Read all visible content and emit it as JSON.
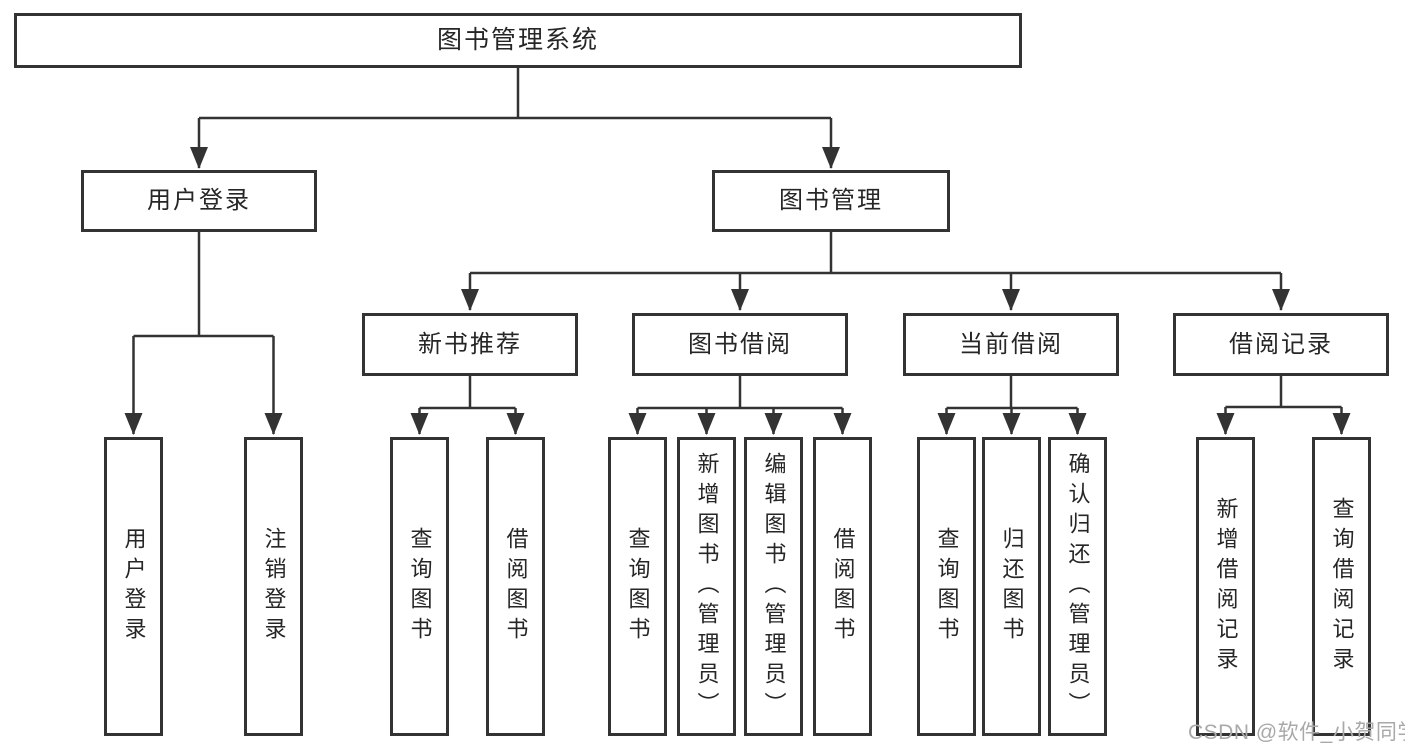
{
  "tree": {
    "label": "图书管理系统",
    "children": [
      {
        "label": "用户登录",
        "children": [
          {
            "label": "用户登录"
          },
          {
            "label": "注销登录"
          }
        ]
      },
      {
        "label": "图书管理",
        "children": [
          {
            "label": "新书推荐",
            "children": [
              {
                "label": "查询图书"
              },
              {
                "label": "借阅图书"
              }
            ]
          },
          {
            "label": "图书借阅",
            "children": [
              {
                "label": "查询图书"
              },
              {
                "label": "新增图书（管理员）"
              },
              {
                "label": "编辑图书（管理员）"
              },
              {
                "label": "借阅图书"
              }
            ]
          },
          {
            "label": "当前借阅",
            "children": [
              {
                "label": "查询图书"
              },
              {
                "label": "归还图书"
              },
              {
                "label": "确认归还（管理员）"
              }
            ]
          },
          {
            "label": "借阅记录",
            "children": [
              {
                "label": "新增借阅记录"
              },
              {
                "label": "查询借阅记录"
              }
            ]
          }
        ]
      }
    ]
  },
  "watermark": "CSDN @软件_小贺同学",
  "colors": {
    "line": "#333333",
    "text": "#262626",
    "watermark": "#a9a9a9",
    "background": "#ffffff"
  }
}
